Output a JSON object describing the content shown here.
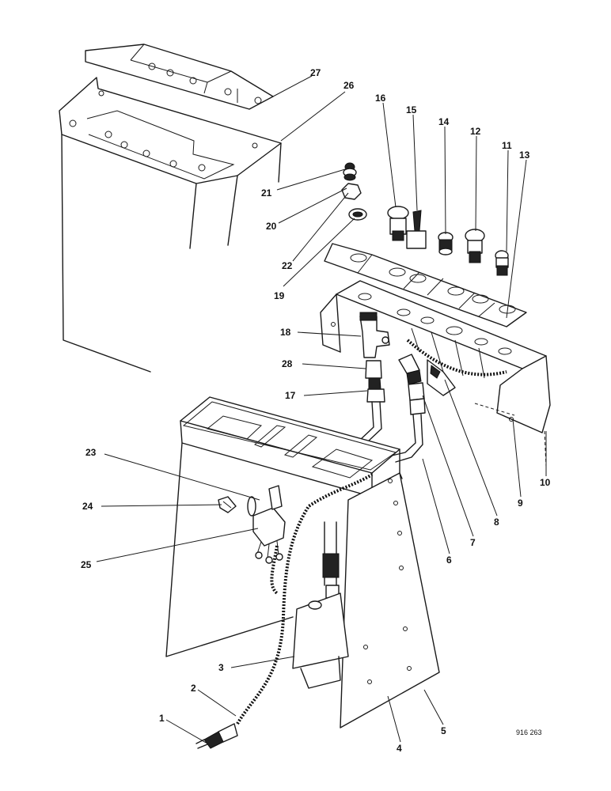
{
  "labels": [
    {
      "id": "1",
      "text": "1"
    },
    {
      "id": "2",
      "text": "2"
    },
    {
      "id": "3",
      "text": "3"
    },
    {
      "id": "4",
      "text": "4"
    },
    {
      "id": "5",
      "text": "5"
    },
    {
      "id": "6",
      "text": "6"
    },
    {
      "id": "7",
      "text": "7"
    },
    {
      "id": "8",
      "text": "8"
    },
    {
      "id": "9",
      "text": "9"
    },
    {
      "id": "10",
      "text": "10"
    },
    {
      "id": "11",
      "text": "11"
    },
    {
      "id": "12",
      "text": "12"
    },
    {
      "id": "13",
      "text": "13"
    },
    {
      "id": "14",
      "text": "14"
    },
    {
      "id": "15",
      "text": "15"
    },
    {
      "id": "16",
      "text": "16"
    },
    {
      "id": "17",
      "text": "17"
    },
    {
      "id": "18",
      "text": "18"
    },
    {
      "id": "19",
      "text": "19"
    },
    {
      "id": "20",
      "text": "20"
    },
    {
      "id": "21",
      "text": "21"
    },
    {
      "id": "22",
      "text": "22"
    },
    {
      "id": "23",
      "text": "23"
    },
    {
      "id": "24",
      "text": "24"
    },
    {
      "id": "25",
      "text": "25"
    },
    {
      "id": "26",
      "text": "26"
    },
    {
      "id": "27",
      "text": "27"
    },
    {
      "id": "28",
      "text": "28"
    }
  ],
  "reference": "916 263"
}
